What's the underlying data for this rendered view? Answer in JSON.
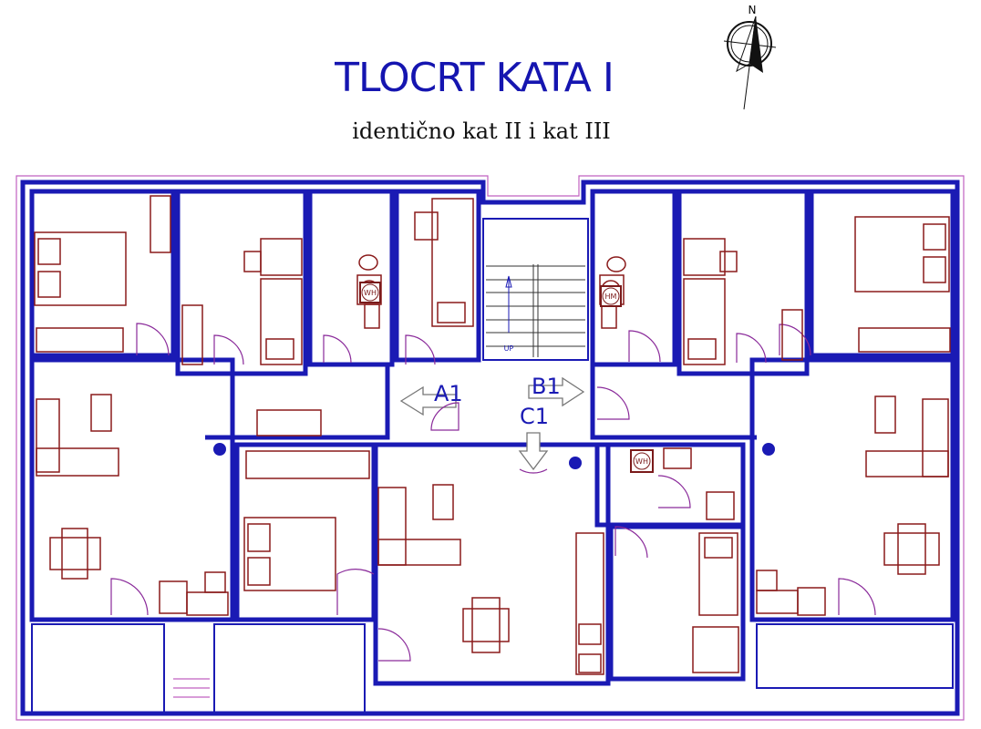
{
  "title": "TLOCRT KATA I",
  "subtitle": "identično kat II  i  kat III",
  "compass": {
    "label": "N"
  },
  "stairs": {
    "label": "UP"
  },
  "apartments": [
    {
      "label": "A1",
      "arrow": "left"
    },
    {
      "label": "B1",
      "arrow": "right"
    },
    {
      "label": "C1",
      "arrow": "down"
    }
  ],
  "appliances": [
    "WH",
    "HM",
    "WH"
  ],
  "colors": {
    "walls": "#1a1ab4",
    "furniture": "#8a1a1a",
    "doors": "#8a2a9a",
    "title": "#1515b0"
  }
}
